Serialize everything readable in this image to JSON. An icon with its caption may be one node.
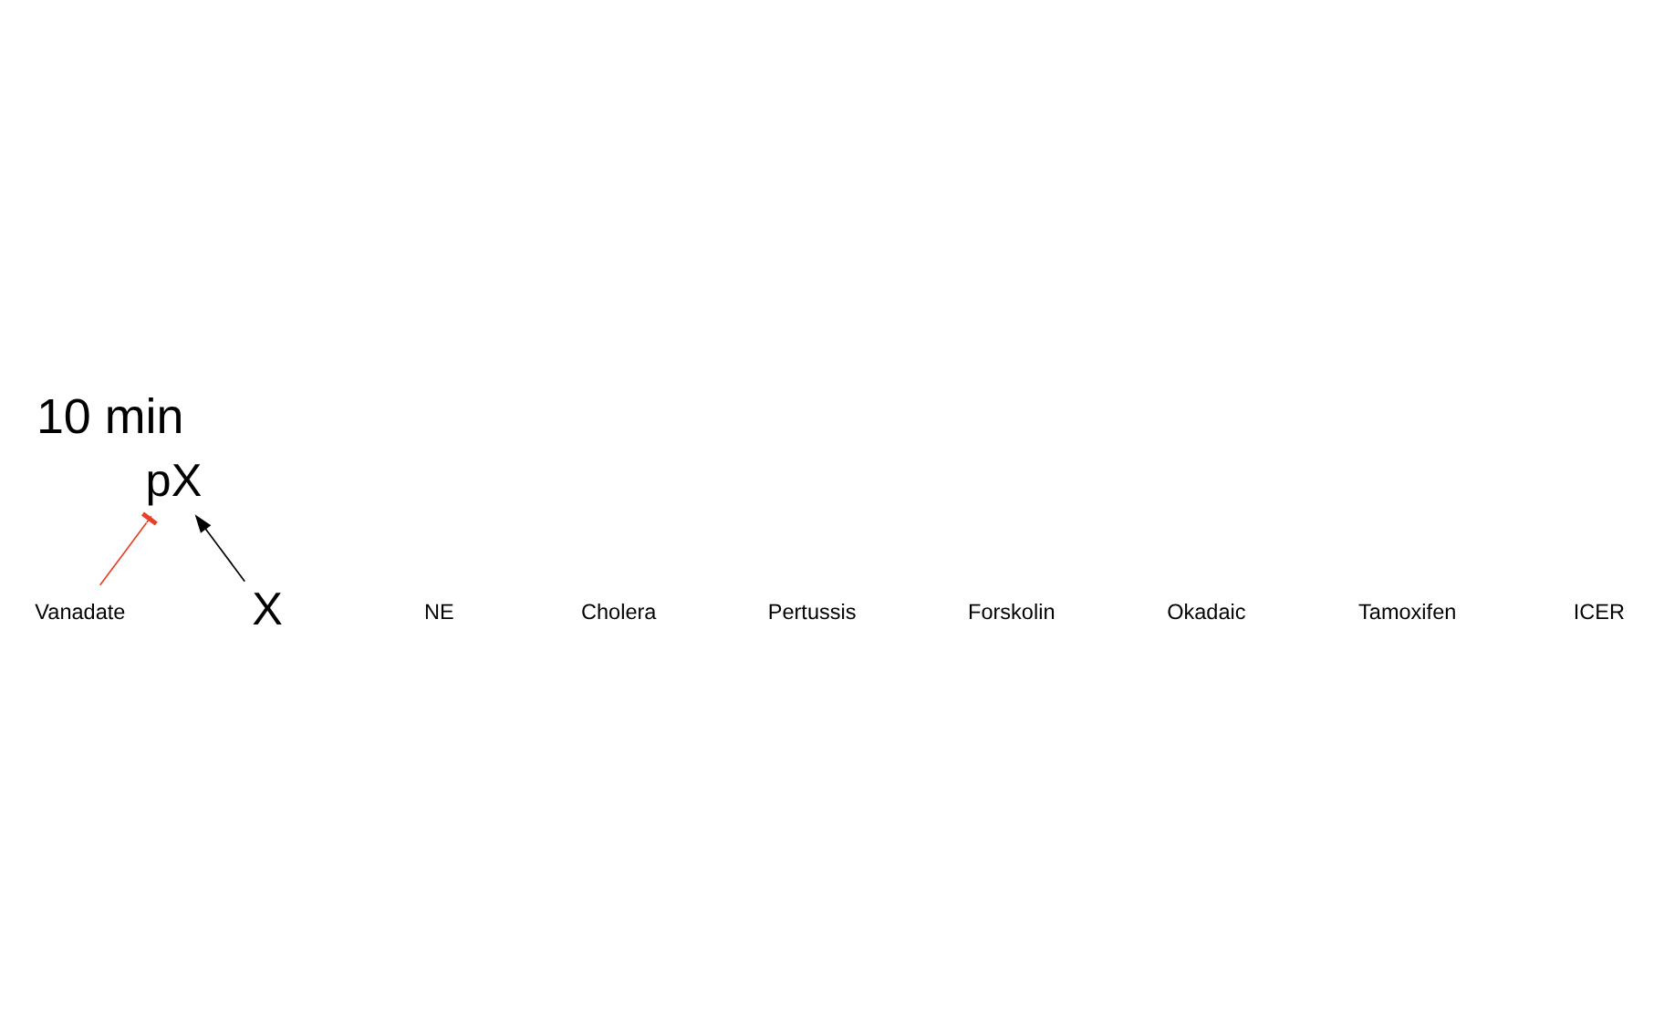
{
  "diagram": {
    "title": "10 min",
    "nodes": [
      {
        "text": [
          "Vanadate"
        ]
      },
      {
        "text": [
          "pX"
        ]
      },
      {
        "text": [
          "X"
        ]
      }
    ],
    "edges": [
      {
        "from": 2,
        "to": 1,
        "arrow": "to"
      },
      {
        "from": 0,
        "to": 1,
        "arrow": "other",
        "color": "#e8402a"
      }
    ],
    "labels": [
      "NE",
      "Cholera",
      "Pertussis",
      "Forskolin",
      "Okadaic",
      "Tamoxifen",
      "ICER"
    ]
  }
}
